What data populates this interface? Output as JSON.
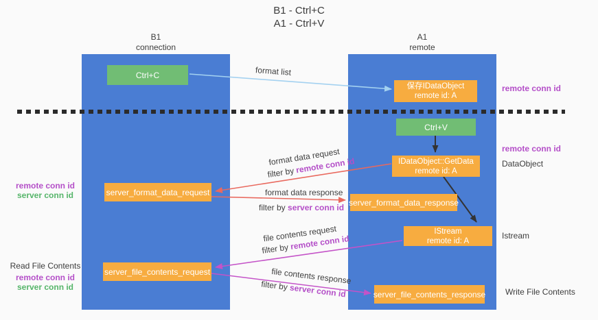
{
  "title": {
    "line1": "B1 - Ctrl+C",
    "line2": "A1 - Ctrl+V"
  },
  "lanes": {
    "left": {
      "name": "B1",
      "subtitle": "connection"
    },
    "right": {
      "name": "A1",
      "subtitle": "remote"
    }
  },
  "nodes": {
    "ctrl_c": {
      "label": "Ctrl+C"
    },
    "ctrl_v": {
      "label": "Ctrl+V"
    },
    "save_idataobject": {
      "line1": "保存IDataObject",
      "line2": "remote id: A"
    },
    "idataobject_getdata": {
      "line1": "IDataObject::GetData",
      "line2": "remote id: A"
    },
    "istream": {
      "line1": "IStream",
      "line2": "remote id: A"
    },
    "server_format_data_request": {
      "label": "server_format_data_request"
    },
    "server_format_data_response": {
      "label": "server_format_data_response"
    },
    "server_file_contents_request": {
      "label": "server_file_contents_request"
    },
    "server_file_contents_response": {
      "label": "server_file_contents_response"
    }
  },
  "edges": {
    "format_list": {
      "label": "format list"
    },
    "format_data_request": {
      "label": "format data request",
      "filter_prefix": "filter by ",
      "filter_key": "remote conn id"
    },
    "format_data_response": {
      "label": "format data response",
      "filter_prefix": "filter by ",
      "filter_key": "server conn id"
    },
    "file_contents_request": {
      "label": "file contents request",
      "filter_prefix": "filter by ",
      "filter_key": "remote conn id"
    },
    "file_contents_response": {
      "label": "file contents response",
      "filter_prefix": "filter by ",
      "filter_key": "server conn id"
    }
  },
  "annotations": {
    "right_remote_conn_id_top": "remote conn id",
    "right_remote_conn_id_mid": "remote conn id",
    "dataobject": "DataObject",
    "istream": "Istream",
    "write_file_contents": "Write File Contents",
    "left_remote_conn_id_top": "remote conn id",
    "left_server_conn_id_top": "server conn id",
    "read_file_contents": "Read File Contents",
    "left_remote_conn_id_bottom": "remote conn id",
    "left_server_conn_id_bottom": "server conn id"
  },
  "colors": {
    "lane_blue": "#4a7dd3",
    "node_green": "#71bd74",
    "node_orange": "#f7ac40",
    "arrow_light_blue": "#a3d1f0",
    "arrow_red": "#e9695e",
    "arrow_magenta": "#c453c8",
    "arrow_black": "#333333",
    "highlight_purple": "#b44fc8",
    "highlight_green": "#56b56a",
    "dashed_line": "#2b2b2b",
    "background": "#fafafa",
    "text_dark": "#3c3c3c"
  }
}
